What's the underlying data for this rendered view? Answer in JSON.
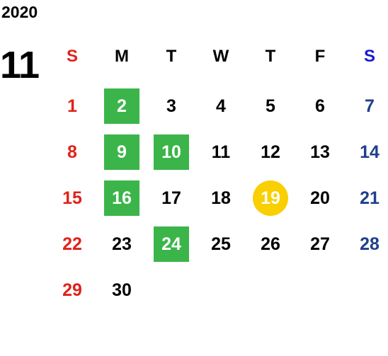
{
  "year": "2020",
  "month": "11",
  "colors": {
    "sunday": "#e0221a",
    "saturday_header": "#1a1ad0",
    "saturday": "#1f3f8c",
    "weekday": "#000000",
    "highlight": "#3bb54a",
    "today": "#f9cf00"
  },
  "weekdays": [
    "S",
    "M",
    "T",
    "W",
    "T",
    "F",
    "S"
  ],
  "weeks": [
    [
      {
        "d": "1"
      },
      {
        "d": "2",
        "mark": "green"
      },
      {
        "d": "3"
      },
      {
        "d": "4"
      },
      {
        "d": "5"
      },
      {
        "d": "6"
      },
      {
        "d": "7"
      }
    ],
    [
      {
        "d": "8"
      },
      {
        "d": "9",
        "mark": "green"
      },
      {
        "d": "10",
        "mark": "green"
      },
      {
        "d": "11"
      },
      {
        "d": "12"
      },
      {
        "d": "13"
      },
      {
        "d": "14"
      }
    ],
    [
      {
        "d": "15"
      },
      {
        "d": "16",
        "mark": "green"
      },
      {
        "d": "17"
      },
      {
        "d": "18"
      },
      {
        "d": "19",
        "mark": "today"
      },
      {
        "d": "20"
      },
      {
        "d": "21"
      }
    ],
    [
      {
        "d": "22"
      },
      {
        "d": "23"
      },
      {
        "d": "24",
        "mark": "green"
      },
      {
        "d": "25"
      },
      {
        "d": "26"
      },
      {
        "d": "27"
      },
      {
        "d": "28"
      }
    ],
    [
      {
        "d": "29"
      },
      {
        "d": "30"
      }
    ]
  ]
}
